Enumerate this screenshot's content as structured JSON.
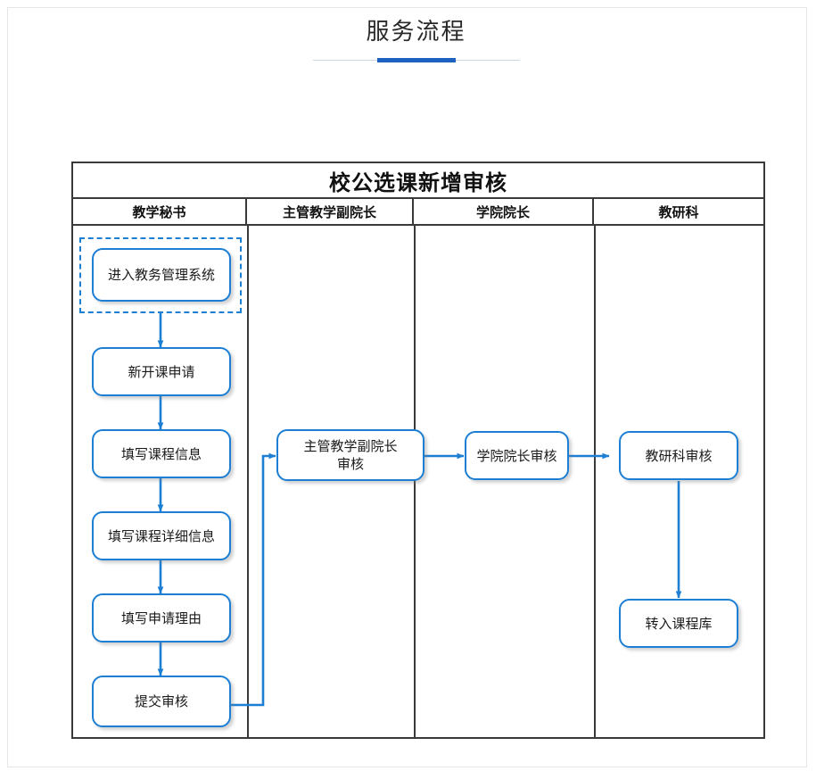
{
  "page": {
    "title": "服务流程",
    "accent_color": "#1f61c0",
    "rule_color": "#c9d9e8"
  },
  "flowchart": {
    "title": "校公选课新增审核",
    "node_border_color": "#1c7fd4",
    "table_border_color": "#3a3a3a",
    "columns": [
      {
        "label": "教学秘书"
      },
      {
        "label": "主管教学副院长"
      },
      {
        "label": "学院院长"
      },
      {
        "label": "教研科"
      }
    ],
    "nodes": [
      {
        "id": "n1",
        "label": "进入教务管理系统",
        "column": 0,
        "selected": true
      },
      {
        "id": "n2",
        "label": "新开课申请",
        "column": 0,
        "selected": false
      },
      {
        "id": "n3",
        "label": "填写课程信息",
        "column": 0,
        "selected": false
      },
      {
        "id": "n4",
        "label": "填写课程详细信息",
        "column": 0,
        "selected": false
      },
      {
        "id": "n5",
        "label": "填写申请理由",
        "column": 0,
        "selected": false
      },
      {
        "id": "n6",
        "label": "提交审核",
        "column": 0,
        "selected": false
      },
      {
        "id": "n7",
        "label": "主管教学副院长\n审核",
        "line1": "主管教学副院长",
        "line2": "审核",
        "column": 1,
        "selected": false
      },
      {
        "id": "n8",
        "label": "学院院长审核",
        "column": 2,
        "selected": false
      },
      {
        "id": "n9",
        "label": "教研科审核",
        "column": 3,
        "selected": false
      },
      {
        "id": "n10",
        "label": "转入课程库",
        "column": 3,
        "selected": false
      }
    ],
    "edges": [
      {
        "from": "n1",
        "to": "n2",
        "direction": "down"
      },
      {
        "from": "n2",
        "to": "n3",
        "direction": "down"
      },
      {
        "from": "n3",
        "to": "n4",
        "direction": "down"
      },
      {
        "from": "n4",
        "to": "n5",
        "direction": "down"
      },
      {
        "from": "n5",
        "to": "n6",
        "direction": "down"
      },
      {
        "from": "n6",
        "to": "n7",
        "direction": "right-up"
      },
      {
        "from": "n7",
        "to": "n8",
        "direction": "right"
      },
      {
        "from": "n8",
        "to": "n9",
        "direction": "right"
      },
      {
        "from": "n9",
        "to": "n10",
        "direction": "down"
      }
    ]
  }
}
